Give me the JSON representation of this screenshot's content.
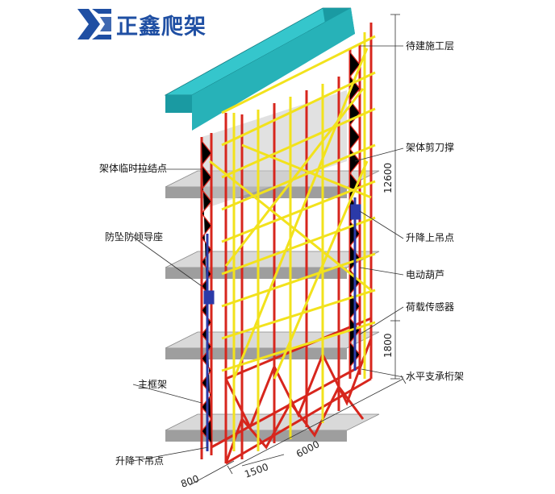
{
  "brand": {
    "name": "正鑫爬架"
  },
  "callouts_right": {
    "floor_to_build": "待建施工层",
    "scissor_brace": "架体剪刀撑",
    "upper_lift_point": "升降上吊点",
    "electric_hoist": "电动葫芦",
    "load_sensor": "荷载传感器",
    "horizontal_truss": "水平支承桁架"
  },
  "callouts_left": {
    "temporary_tie": "架体临时拉结点",
    "anti_fall_guide": "防坠防倾导座",
    "main_frame": "主框架",
    "lower_lift_point": "升降下吊点"
  },
  "dimensions": {
    "total_height": "12600",
    "truss_height": "1800",
    "frame_length": "6000",
    "bay_width": "1500",
    "depth": "800"
  },
  "colors": {
    "brand": "#1f4fa3",
    "slab_top": "#35c6cc",
    "slab_side": "#1a9aa2",
    "frame_red": "#d7261d",
    "tube_yellow": "#f2e21c",
    "hoist_blue": "#2b3aa8",
    "floor_grey": "#bfbfbf"
  }
}
